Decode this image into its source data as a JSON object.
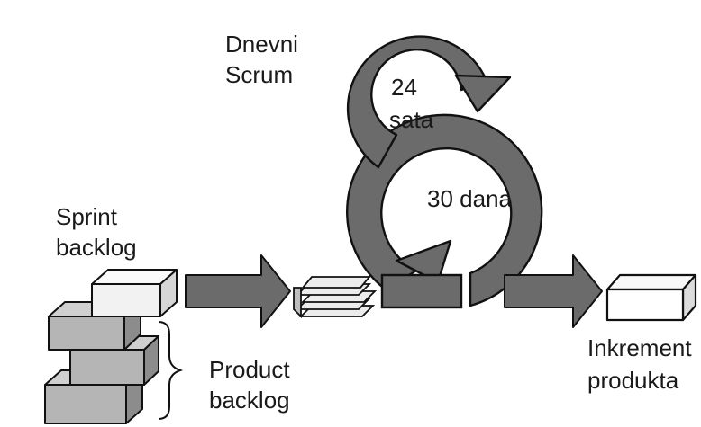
{
  "diagram": {
    "daily_scrum": {
      "line1": "Dnevni",
      "line2": "Scrum"
    },
    "daily_cycle": {
      "line1": "24",
      "line2": "sata"
    },
    "sprint_cycle": {
      "label": "30 dana"
    },
    "sprint_backlog": {
      "line1": "Sprint",
      "line2": "backlog"
    },
    "product_backlog": {
      "line1": "Product",
      "line2": "backlog"
    },
    "increment": {
      "line1": "Inkrement",
      "line2": "produkta"
    }
  },
  "colors": {
    "arrow_fill": "#6b6b6b",
    "arrow_stroke": "#111111",
    "block_light": "#f2f2f2",
    "block_shade": "#b5b5b5",
    "block_dark": "#8c8c8c",
    "text": "#1a1a1a"
  }
}
